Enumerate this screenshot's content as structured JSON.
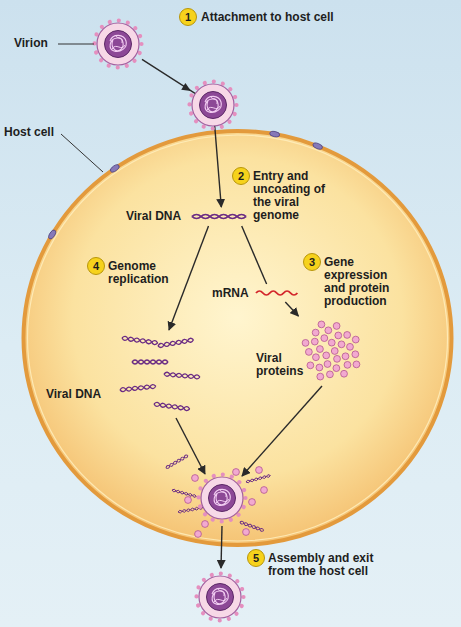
{
  "diagram": {
    "nodes": [
      {
        "text": [
          "Virion"
        ]
      },
      {
        "text": [
          "Host cell"
        ]
      },
      {
        "text": [
          "Viral DNA"
        ],
        "in": 1
      },
      {
        "text": [
          "mRNA"
        ],
        "in": 1
      },
      {
        "text": [
          "Viral proteins"
        ],
        "in": 1
      },
      {
        "text": [
          "Viral DNA"
        ],
        "in": 1
      }
    ],
    "edges": [
      {
        "from": 0,
        "to": 2,
        "arrow": "to"
      },
      {
        "from": 2,
        "to": 3,
        "arrow": "none"
      },
      {
        "from": 3,
        "to": 4,
        "arrow": "to"
      },
      {
        "from": 2,
        "to": 5,
        "arrow": "to"
      }
    ],
    "labels": [
      "1",
      "Attachment to host cell",
      "2",
      "Entry and uncoating of the viral genome",
      "3",
      "Gene expression and protein production",
      "4",
      "Genome replication",
      "5",
      "Assembly and exit from the host cell"
    ]
  }
}
